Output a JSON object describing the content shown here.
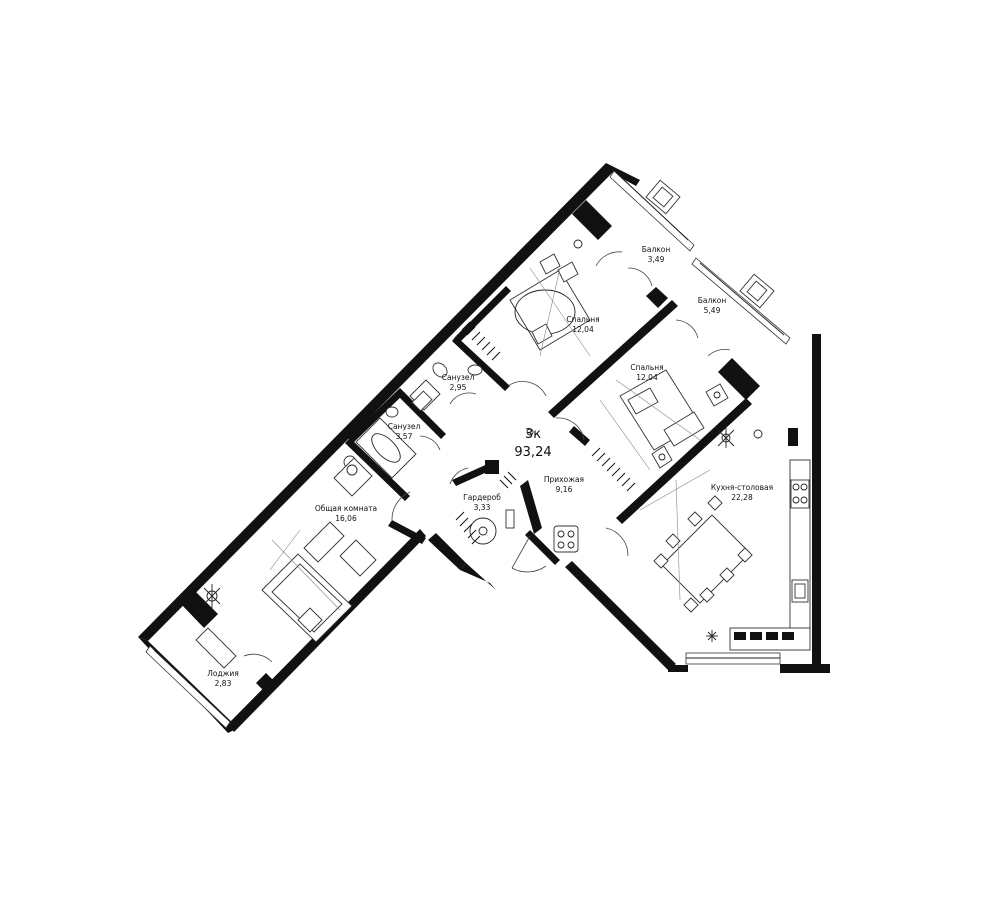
{
  "apartment": {
    "type": "3к",
    "area": "93,24"
  },
  "rooms": [
    {
      "id": "balcony-1",
      "name": "Балкон",
      "area": "3,49"
    },
    {
      "id": "balcony-2",
      "name": "Балкон",
      "area": "5,49"
    },
    {
      "id": "bedroom-1",
      "name": "Спальня",
      "area": "12,04"
    },
    {
      "id": "bedroom-2",
      "name": "Спальня",
      "area": "12,04"
    },
    {
      "id": "bathroom-1",
      "name": "Санузел",
      "area": "2,95"
    },
    {
      "id": "bathroom-2",
      "name": "Санузел",
      "area": "3,57"
    },
    {
      "id": "hallway",
      "name": "Прихожая",
      "area": "9,16"
    },
    {
      "id": "wardrobe",
      "name": "Гардероб",
      "area": "3,33"
    },
    {
      "id": "living-room",
      "name": "Общая комната",
      "area": "16,06"
    },
    {
      "id": "kitchen",
      "name": "Кухня-столовая",
      "area": "22,28"
    },
    {
      "id": "loggia",
      "name": "Лоджия",
      "area": "2,83"
    }
  ]
}
